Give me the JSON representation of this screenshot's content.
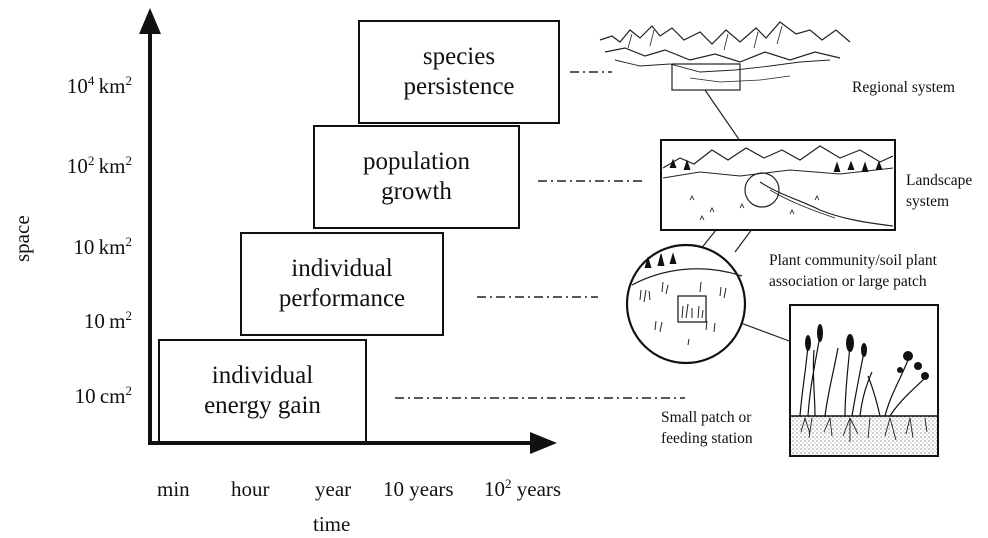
{
  "axes": {
    "y_title": "space",
    "x_title": "time",
    "y_ticks": [
      {
        "base": "10",
        "exp": "4",
        "unit": "km",
        "unit_exp": "2"
      },
      {
        "base": "10",
        "exp": "2",
        "unit": "km",
        "unit_exp": "2"
      },
      {
        "base": "10",
        "exp": "",
        "unit": "km",
        "unit_exp": "2"
      },
      {
        "base": "10",
        "exp": "",
        "unit": "m",
        "unit_exp": "2"
      },
      {
        "base": "10",
        "exp": "",
        "unit": "cm",
        "unit_exp": "2"
      }
    ],
    "x_ticks": [
      {
        "text": "min",
        "exp": "",
        "suffix": ""
      },
      {
        "text": "hour",
        "exp": "",
        "suffix": ""
      },
      {
        "text": "year",
        "exp": "",
        "suffix": ""
      },
      {
        "text": "10 years",
        "exp": "",
        "suffix": ""
      },
      {
        "text": "10",
        "exp": "2",
        "suffix": " years"
      }
    ]
  },
  "boxes": [
    {
      "line1": "individual",
      "line2": "energy gain"
    },
    {
      "line1": "individual",
      "line2": "performance"
    },
    {
      "line1": "population",
      "line2": "growth"
    },
    {
      "line1": "species",
      "line2": "persistence"
    }
  ],
  "captions": {
    "regional": "Regional system",
    "landscape_1": "Landscape",
    "landscape_2": "system",
    "community_1": "Plant community/soil plant",
    "community_2": "association or large patch",
    "patch_1": "Small patch or",
    "patch_2": "feeding station"
  },
  "illustrations": [
    "mountain-range-icon",
    "landscape-scene-icon",
    "plant-community-circle-icon",
    "plant-patch-soil-icon"
  ]
}
